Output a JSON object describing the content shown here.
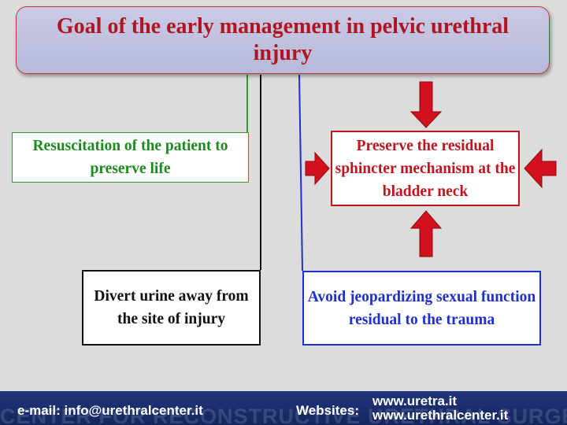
{
  "title": "Goal of the early management in pelvic urethral injury",
  "boxes": {
    "resuscitation": "Resuscitation of the patient to preserve life",
    "preserve_sphincter": "Preserve the residual sphincter mechanism at the bladder neck",
    "divert_urine": "Divert urine away from the site of injury",
    "avoid_sexual": "Avoid jeopardizing sexual function residual to the trauma"
  },
  "footer": {
    "watermark": "CENTER FOR RECONSTRUCTIVE URETHRAL SURGERY",
    "email": "e-mail: info@urethralcenter.it",
    "websites_label": "Websites:",
    "url1": "www.uretra.it",
    "url2": "www.urethralcenter.it"
  },
  "colors": {
    "title_text": "#b0141e",
    "green": "#2a9d2a",
    "red": "#c0141e",
    "blue": "#1f2fd0",
    "footer_bg": "#1a2d6b"
  }
}
